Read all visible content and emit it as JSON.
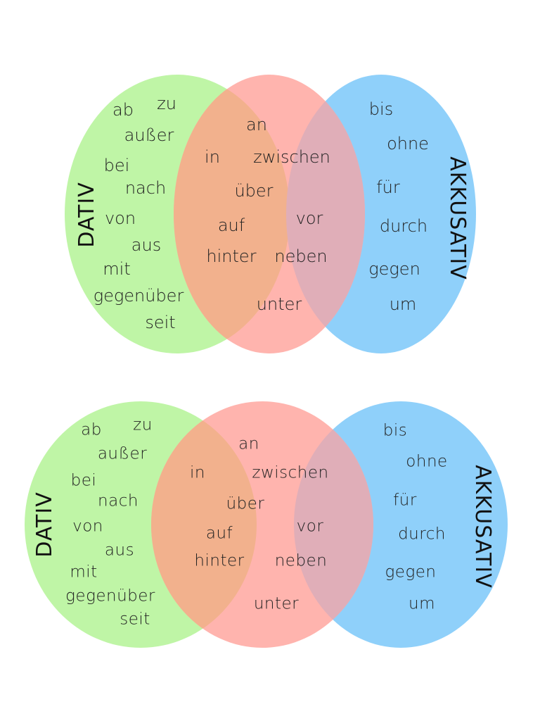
{
  "colors": {
    "dativ": "#bff5a6",
    "middle": "#ffb4ae",
    "akkusativ": "#8fd0fa",
    "overlap_left": "#f2b18d",
    "overlap_right": "#e0aeb8"
  },
  "labels": {
    "dativ": "DATIV",
    "akkusativ": "AKKUSATIV"
  },
  "words": {
    "dativ": [
      "ab",
      "zu",
      "außer",
      "bei",
      "nach",
      "von",
      "aus",
      "mit",
      "gegenüber",
      "seit"
    ],
    "middle": [
      "an",
      "in",
      "zwischen",
      "über",
      "auf",
      "vor",
      "hinter",
      "neben",
      "unter"
    ],
    "akkusativ": [
      "bis",
      "ohne",
      "für",
      "durch",
      "gegen",
      "um"
    ]
  }
}
